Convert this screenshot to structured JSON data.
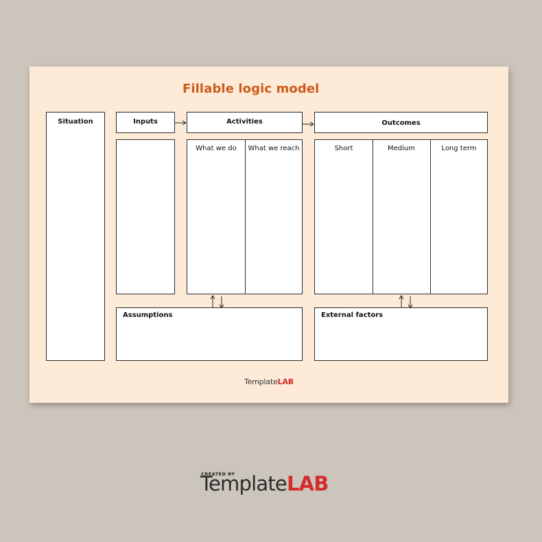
{
  "document": {
    "title": "Fillable logic model",
    "situation": "Situation",
    "inputs": "Inputs",
    "activities": {
      "label": "Activities",
      "columns": [
        "What we do",
        "What we reach"
      ]
    },
    "outcomes": {
      "label": "Outcomes",
      "columns": [
        "Short",
        "Medium",
        "Long term"
      ]
    },
    "assumptions": "Assumptions",
    "external_factors": "External factors",
    "footer_brand": {
      "part1": "Template",
      "part2": "LAB"
    }
  },
  "credit": {
    "small": "CREATED BY",
    "brand_part1": "Template",
    "brand_part2": "LAB"
  },
  "colors": {
    "background": "#ccc5bb",
    "sheet": "#fdebd7",
    "title": "#cc5a1b",
    "brand_red": "#d62b2b"
  }
}
